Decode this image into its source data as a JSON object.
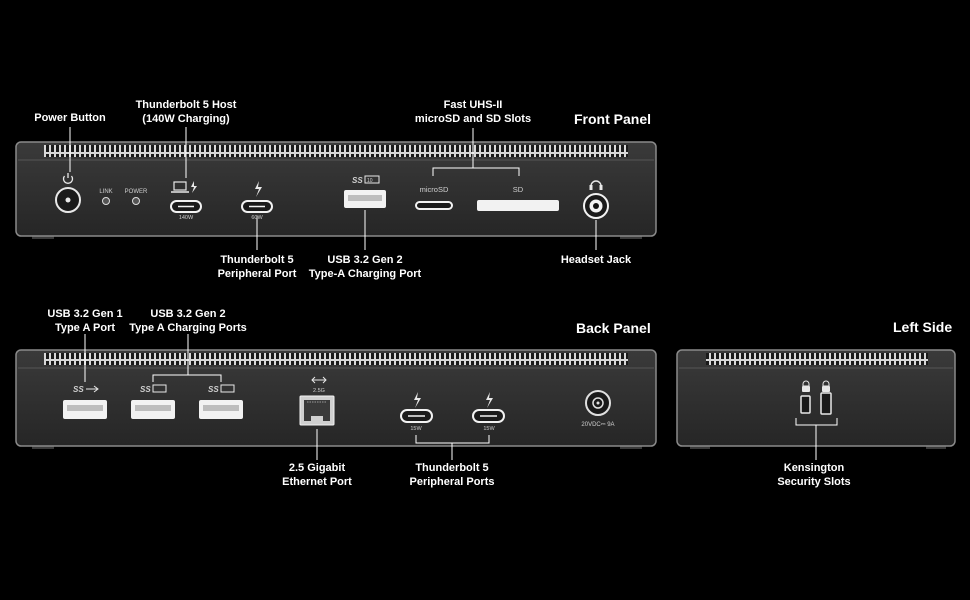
{
  "titles": {
    "front": "Front Panel",
    "back": "Back Panel",
    "left": "Left Side"
  },
  "front_labels": {
    "power_button": "Power Button",
    "tb5_host_1": "Thunderbolt 5 Host",
    "tb5_host_2": "(140W Charging)",
    "sd_slots_1": "Fast UHS-II",
    "sd_slots_2": "microSD and SD Slots",
    "tb5_periph_1": "Thunderbolt 5",
    "tb5_periph_2": "Peripheral Port",
    "usb_a_1": "USB 3.2 Gen 2",
    "usb_a_2": "Type-A Charging Port",
    "headset": "Headset Jack"
  },
  "front_markings": {
    "link": "LINK",
    "power": "POWER",
    "host_watt": "140W",
    "periph_watt": "60W",
    "microsd": "microSD",
    "sd": "SD"
  },
  "back_labels": {
    "usb_gen1_1": "USB 3.2 Gen 1",
    "usb_gen1_2": "Type A Port",
    "usb_gen2_1": "USB 3.2 Gen 2",
    "usb_gen2_2": "Type A Charging Ports",
    "ethernet_1": "2.5 Gigabit",
    "ethernet_2": "Ethernet Port",
    "tb5_ports_1": "Thunderbolt 5",
    "tb5_ports_2": "Peripheral Ports"
  },
  "back_markings": {
    "eth_speed": "2.5G",
    "tb_watt_1": "15W",
    "tb_watt_2": "15W",
    "dc_in": "20VDC⎓ 9A"
  },
  "left_labels": {
    "kensington_1": "Kensington",
    "kensington_2": "Security Slots"
  },
  "icons": [
    "power-icon",
    "laptop-icon",
    "thunderbolt-icon",
    "usb-ss-icon",
    "headset-icon",
    "ethernet-icon",
    "kensington-lock-icon"
  ],
  "colors": {
    "background": "#000000",
    "device_body": "#2b2b2b",
    "device_edge": "#8a8a8a",
    "port": "#f2f2f2",
    "text": "#ffffff"
  }
}
